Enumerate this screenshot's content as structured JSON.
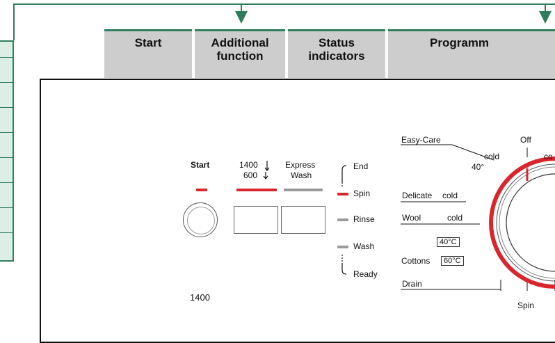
{
  "headers": {
    "start": "Start",
    "additional": "Additional\nfunction",
    "status": "Status\nindicators",
    "programme": "Programm"
  },
  "panel": {
    "start_label": "Start",
    "spin_select_top": "1400",
    "spin_select_bottom": "600",
    "express_top": "Express",
    "express_bottom": "Wash",
    "status_items": [
      "End",
      "Spin",
      "Rinse",
      "Wash",
      "Ready"
    ],
    "display_value": "1400"
  },
  "dial": {
    "labels": {
      "easy_care": "Easy-Care",
      "off": "Off",
      "cold_1": "cold",
      "cold_2": "co",
      "temp_40": "40°",
      "delicate": "Delicate",
      "cold_3": "cold",
      "wool": "Wool",
      "cold_4": "cold",
      "tag_40": "40°C",
      "cottons": "Cottons",
      "tag_60": "60°C",
      "drain": "Drain",
      "spin": "Spin"
    }
  },
  "colors": {
    "accent_green": "#2e7d5c",
    "lamp_red": "#d9252b",
    "lamp_grey": "#9a9a9a",
    "header_grey": "#cdcdcd"
  }
}
